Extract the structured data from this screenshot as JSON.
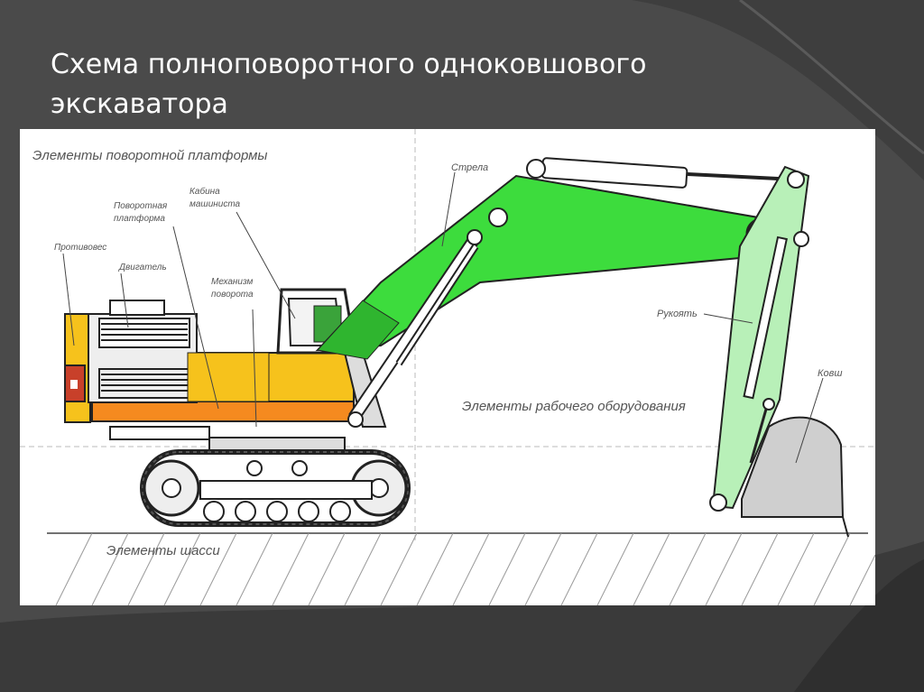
{
  "slide": {
    "title_line1": "Схема полноповоротного одноковшового",
    "title_line2": "экскаватора"
  },
  "diagram": {
    "labels": {
      "platform_group": "Элементы поворотной платформы",
      "counterweight": "Противовес",
      "engine": "Двигатель",
      "platform_line1": "Поворотная",
      "platform_line2": "платформа",
      "cabin_line1": "Кабина",
      "cabin_line2": "машиниста",
      "swing_line1": "Механизм",
      "swing_line2": "поворота",
      "boom": "Стрела",
      "stick": "Рукоять",
      "bucket": "Ковш",
      "work_group": "Элементы рабочего оборудования",
      "chassis_group": "Элементы шасси"
    },
    "colors": {
      "background": "#4a4a4a",
      "body_yellow": "#f6c21c",
      "stripe_orange": "#f58a1f",
      "boom_green": "#3ddc3d",
      "stick_green": "#b8f0b8",
      "bucket_gray": "#cfcfcf",
      "counterweight_red": "#c8402a"
    }
  }
}
